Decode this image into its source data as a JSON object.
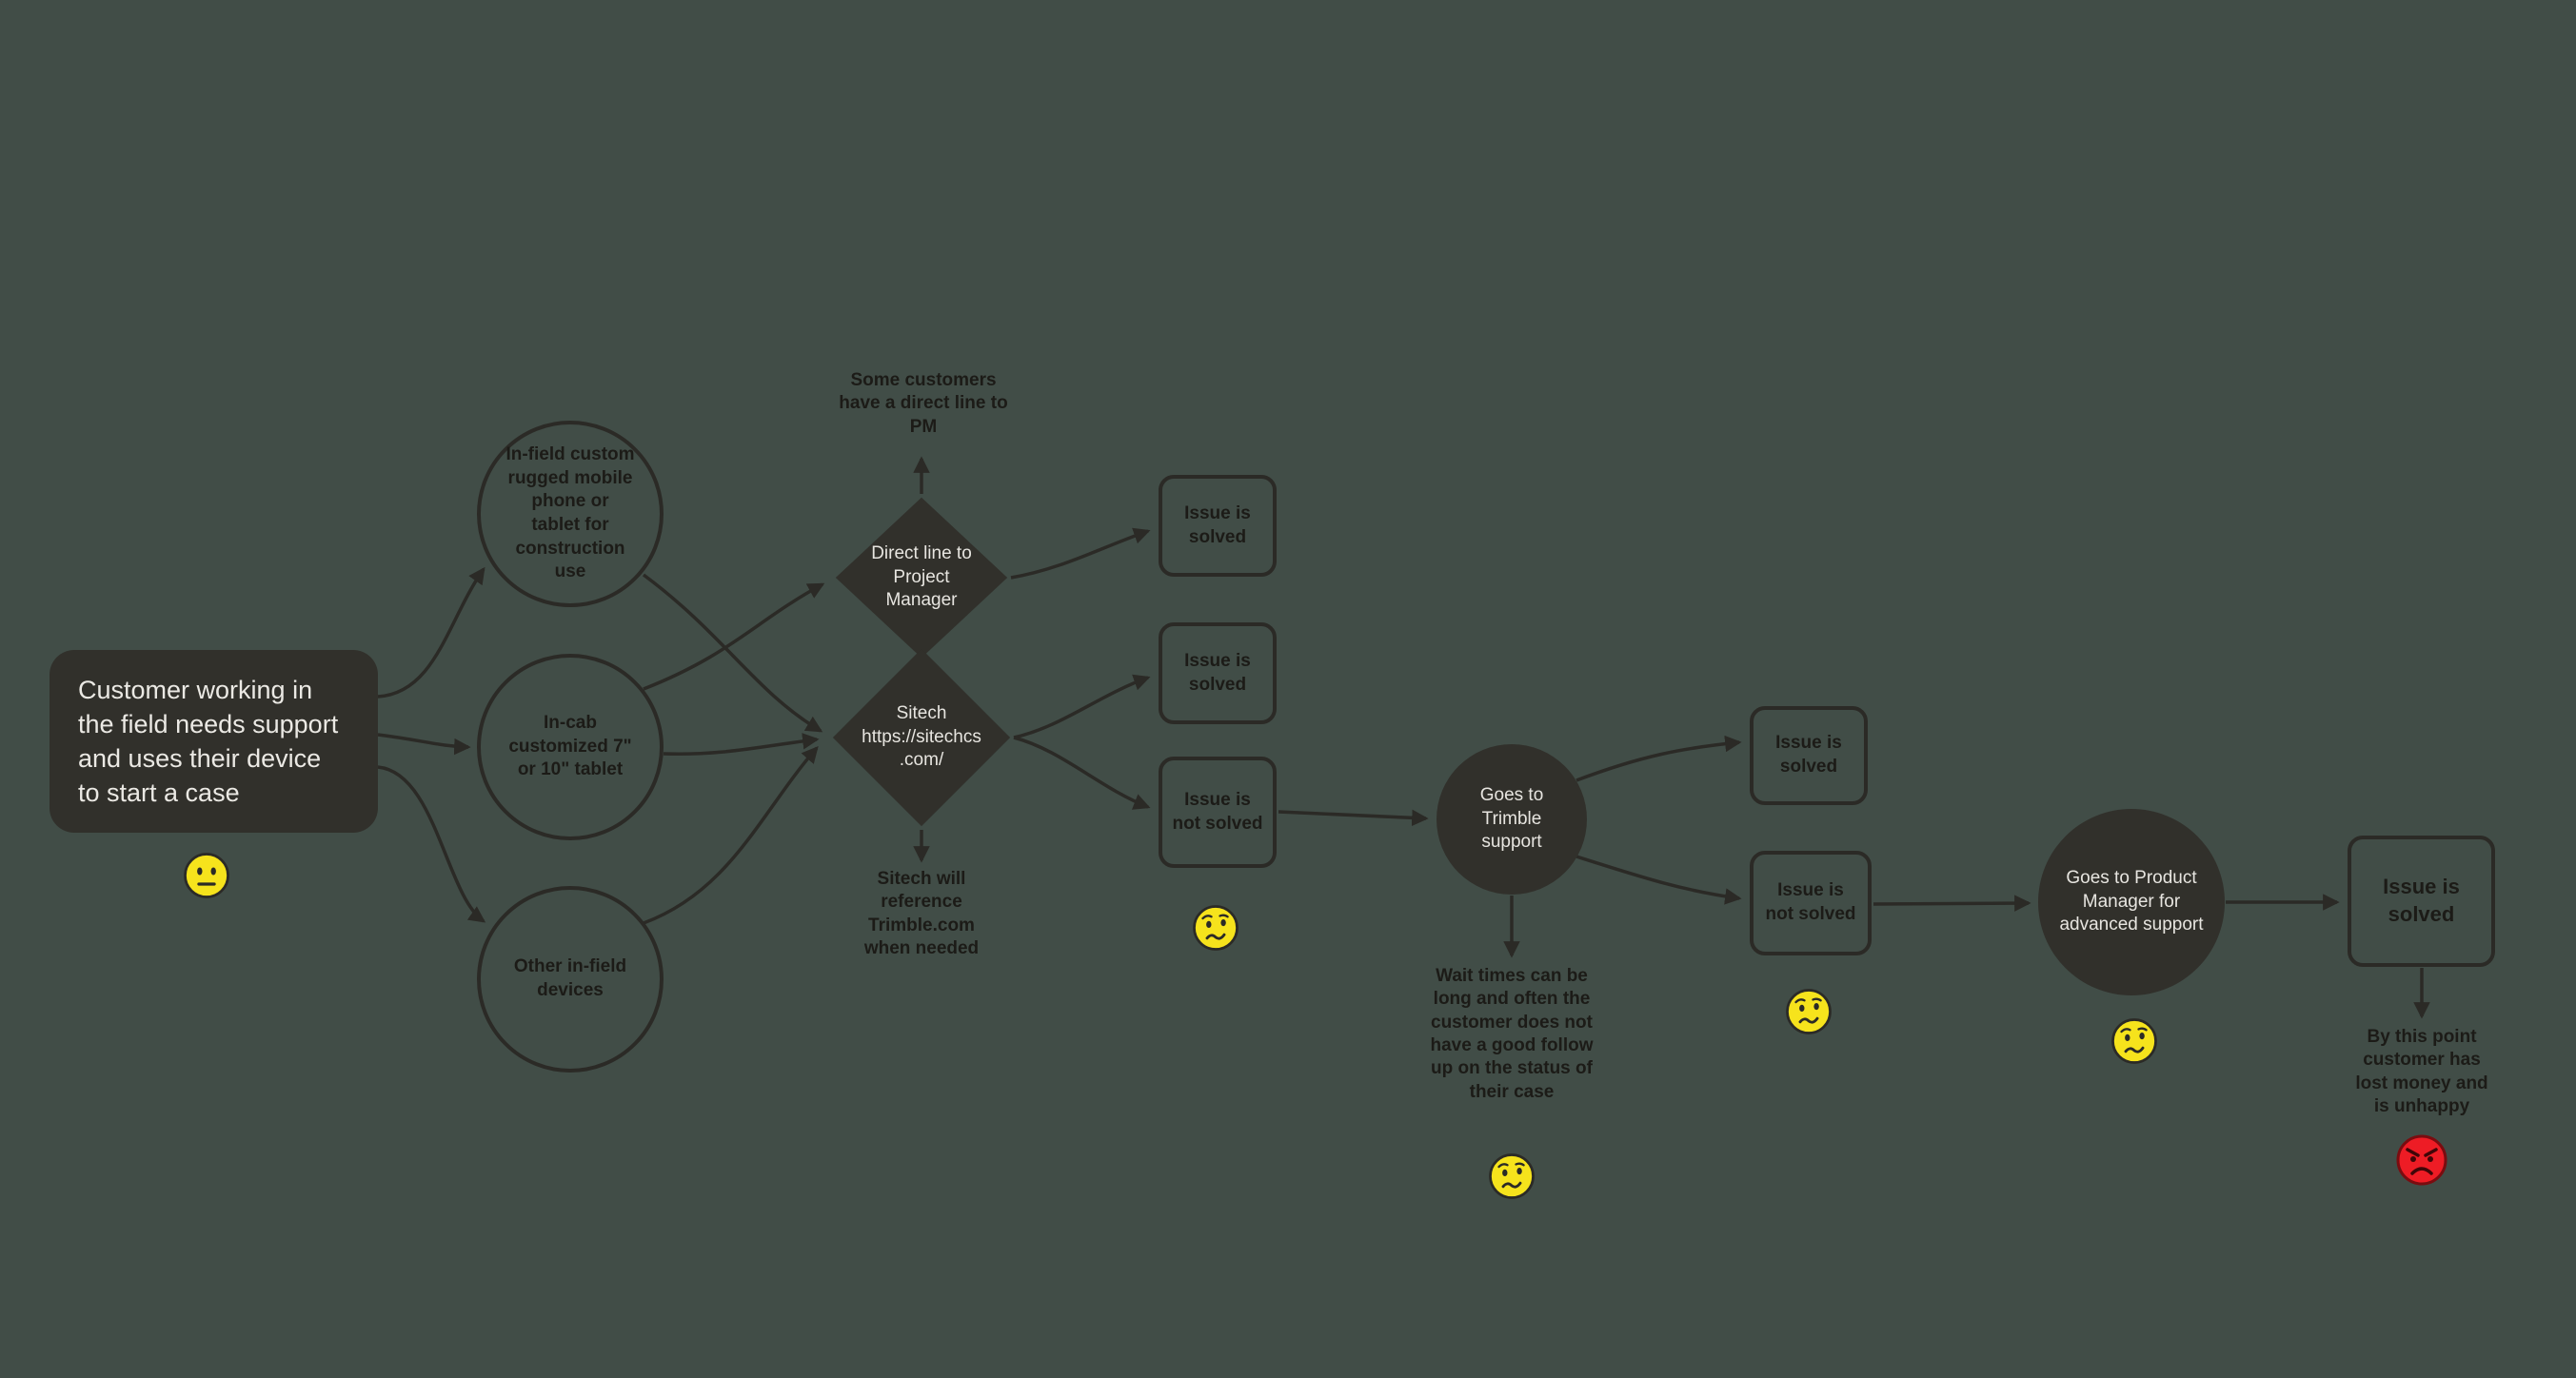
{
  "diagram_type": "customer-support-journey-flowchart",
  "colors": {
    "background": "#414d47",
    "shape_fill": "#31302b",
    "shape_text": "#e9e7e2",
    "outline_stroke": "#2b2a26",
    "annotation_text": "#1c1b17",
    "emoji_yellow": "#f6e31c",
    "emoji_red": "#ee1c25"
  },
  "nodes": {
    "start": "Customer working in the field needs support and uses their device to start a case",
    "device_rugged": "In-field custom rugged mobile phone or tablet for construction use",
    "device_cab": "In-cab customized 7\" or 10\" tablet",
    "device_other": "Other in-field devices",
    "direct_line": "Direct line to Project Manager",
    "sitech": "Sitech https://sitechcs.com/",
    "solved_direct": "Issue is solved",
    "solved_sitech": "Issue is solved",
    "not_solved_sitech": "Issue is not solved",
    "trimble_support": "Goes to Trimble support",
    "solved_trimble": "Issue is solved",
    "not_solved_trimble": "Issue is not solved",
    "product_manager": "Goes to Product Manager for advanced support",
    "solved_final": "Issue is solved"
  },
  "annotations": {
    "direct_line_note": "Some customers have a direct line to PM",
    "sitech_note": "Sitech will reference Trimble.com when needed",
    "trimble_wait_note": "Wait times can be long and often the customer does not have a good follow up on the status of their case",
    "final_note": "By this point customer has lost money and is unhappy"
  },
  "emojis": {
    "start_mood": "neutral-face",
    "sitech_not_solved_mood": "confused-face",
    "trimble_wait_mood": "confused-face",
    "trimble_not_solved_mood": "confused-face",
    "product_manager_mood": "confused-face",
    "final_mood": "angry-face"
  },
  "edges": [
    {
      "from": "start",
      "to": "device_rugged"
    },
    {
      "from": "start",
      "to": "device_cab"
    },
    {
      "from": "start",
      "to": "device_other"
    },
    {
      "from": "device_rugged",
      "to": "sitech"
    },
    {
      "from": "device_cab",
      "to": "direct_line"
    },
    {
      "from": "device_cab",
      "to": "sitech"
    },
    {
      "from": "device_other",
      "to": "sitech"
    },
    {
      "from": "direct_line",
      "to": "direct_line_note"
    },
    {
      "from": "direct_line",
      "to": "solved_direct"
    },
    {
      "from": "sitech",
      "to": "solved_sitech"
    },
    {
      "from": "sitech",
      "to": "not_solved_sitech"
    },
    {
      "from": "sitech",
      "to": "sitech_note"
    },
    {
      "from": "not_solved_sitech",
      "to": "trimble_support"
    },
    {
      "from": "trimble_support",
      "to": "solved_trimble"
    },
    {
      "from": "trimble_support",
      "to": "not_solved_trimble"
    },
    {
      "from": "trimble_support",
      "to": "trimble_wait_note"
    },
    {
      "from": "not_solved_trimble",
      "to": "product_manager"
    },
    {
      "from": "product_manager",
      "to": "solved_final"
    },
    {
      "from": "solved_final",
      "to": "final_note"
    }
  ]
}
